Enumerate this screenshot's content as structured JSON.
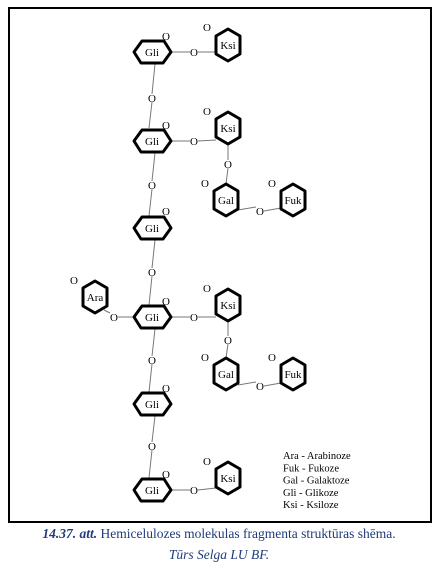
{
  "units": {
    "gli1": "Gli",
    "ksi1": "Ksi",
    "gli2": "Gli",
    "ksi2": "Ksi",
    "gal1": "Gal",
    "fuk1": "Fuk",
    "gli3": "Gli",
    "ara": "Ara",
    "gli4": "Gli",
    "ksi3": "Ksi",
    "gal2": "Gal",
    "fuk2": "Fuk",
    "gli5": "Gli",
    "gli6": "Gli",
    "ksi4": "Ksi"
  },
  "o_label": "O",
  "legend": [
    "Ara - Arabinoze",
    "Fuk - Fukoze",
    "Gal - Galaktoze",
    "Gli - Glikoze",
    "Ksi - Ksiloze"
  ],
  "caption": {
    "number": "14.37. att.",
    "text": " Hemicelulozes molekulas fragmenta struktūras shēma."
  },
  "credit": "Tūrs Selga LU BF."
}
